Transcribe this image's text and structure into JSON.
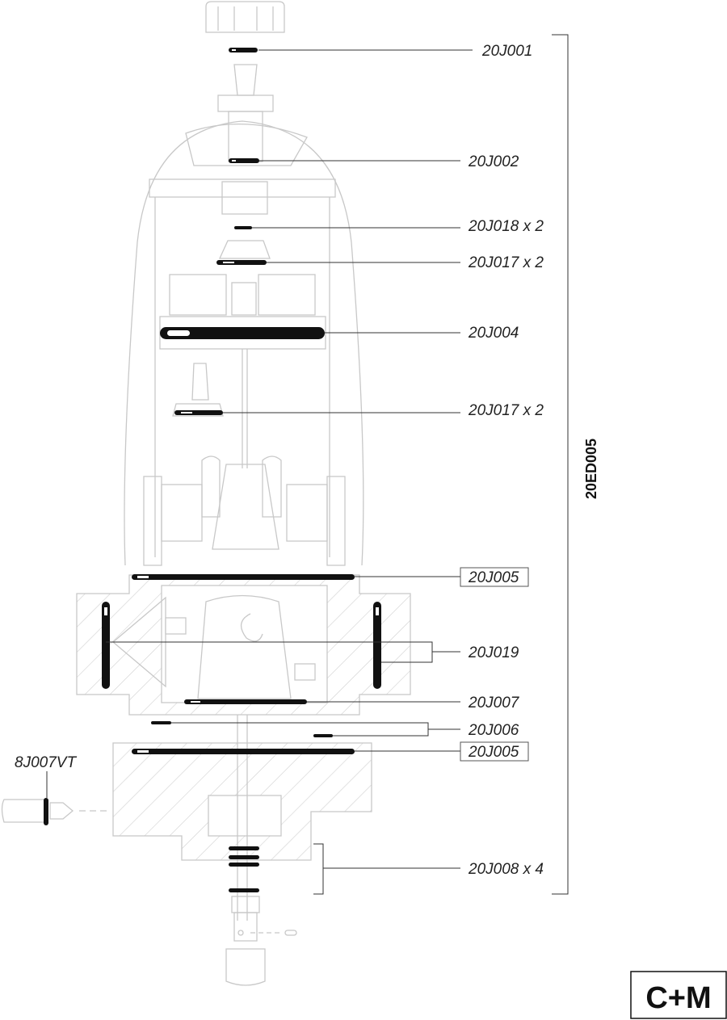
{
  "parts": [
    {
      "code": "20J001"
    },
    {
      "code": "20J002"
    },
    {
      "code": "20J018 x 2"
    },
    {
      "code": "20J017 x 2"
    },
    {
      "code": "20J004"
    },
    {
      "code": "20J017 x 2"
    },
    {
      "code": "20J005"
    },
    {
      "code": "20J019"
    },
    {
      "code": "20J007"
    },
    {
      "code": "20J006"
    },
    {
      "code": "20J005"
    },
    {
      "code": "20J008 x 4"
    },
    {
      "code": "8J007VT"
    }
  ],
  "kit_code": "20ED005",
  "brand": "C+M"
}
